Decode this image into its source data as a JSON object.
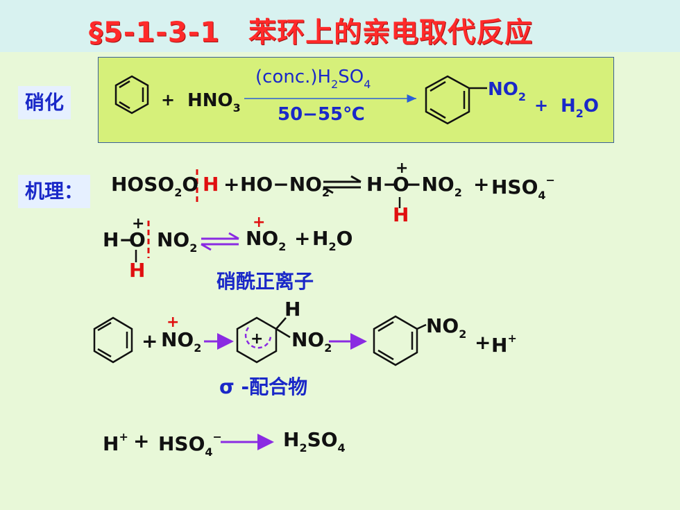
{
  "title": "§5-1-3-1　苯环上的亲电取代反应",
  "nitration": {
    "label": "硝化",
    "plus1": "+",
    "reagent": "HNO",
    "reagent_sub": "3",
    "cond_top": "(conc.)H",
    "cond_top_sub": "2",
    "cond_top_tail": "SO",
    "cond_top_sub2": "4",
    "cond_bottom": "50−55℃",
    "substituent": "NO",
    "substituent_sub": "2",
    "plus2": "+",
    "water": "H",
    "water_sub": "2",
    "water_tail": "O"
  },
  "mechanism": {
    "label": "机理：",
    "step1": {
      "reactant1": "HOSO",
      "reactant1_sub": "2",
      "reactant1_tail": "O",
      "reactant1_h": "H",
      "plus": "+",
      "reactant2": "HO−NO",
      "reactant2_sub": "2",
      "product1_h": "H−",
      "product1_o": "O",
      "product1_charge": "+",
      "product1_tail": "−NO",
      "product1_sub": "2",
      "product1_bottom_h": "H",
      "plus2": "+",
      "product2": "HSO",
      "product2_sub": "4",
      "product2_charge": "−"
    },
    "step2": {
      "reactant_h": "H−",
      "reactant_o": "O",
      "reactant_charge": "+",
      "reactant_tail": "NO",
      "reactant_sub": "2",
      "reactant_bottom_h": "H",
      "product_charge": "+",
      "product": "NO",
      "product_sub": "2",
      "plus": "+",
      "water": "H",
      "water_sub": "2",
      "water_tail": "O",
      "caption": "硝酰正离子"
    },
    "step3": {
      "plus": "+",
      "nitronium_charge": "+",
      "nitronium": "NO",
      "nitronium_sub": "2",
      "sigma_h": "H",
      "sigma_plus": "+",
      "sigma_no2": "NO",
      "sigma_no2_sub": "2",
      "product_no2": "NO",
      "product_no2_sub": "2",
      "plus2": "+",
      "proton": "H",
      "proton_charge": "+",
      "caption": "σ -配合物"
    },
    "step4": {
      "proton": "H",
      "proton_charge": "+",
      "plus": "+",
      "bisulfate": "HSO",
      "bisulfate_sub": "4",
      "bisulfate_charge": "−",
      "product": "H",
      "product_sub": "2",
      "product_tail": "SO",
      "product_sub2": "4"
    }
  },
  "colors": {
    "background": "#e8f8d8",
    "title_band": "#d8f2f0",
    "title_text": "#ff2a2a",
    "label_text": "#1a28c8",
    "box_fill": "#d6f07a",
    "accent_red": "#e01010",
    "arrow_purple": "#8a2be2"
  }
}
